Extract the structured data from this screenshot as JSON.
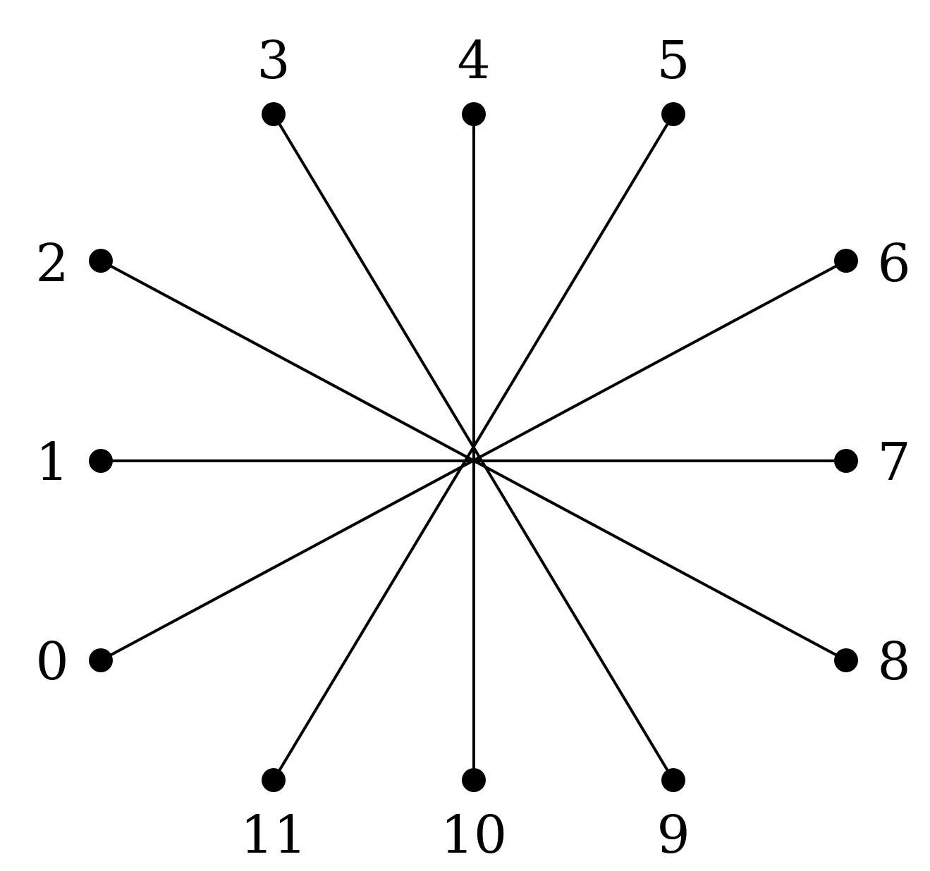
{
  "diagram": {
    "type": "star-graph",
    "center_node": null,
    "nodes": [
      {
        "id": "0",
        "label": "0"
      },
      {
        "id": "1",
        "label": "1"
      },
      {
        "id": "2",
        "label": "2"
      },
      {
        "id": "3",
        "label": "3"
      },
      {
        "id": "4",
        "label": "4"
      },
      {
        "id": "5",
        "label": "5"
      },
      {
        "id": "6",
        "label": "6"
      },
      {
        "id": "7",
        "label": "7"
      },
      {
        "id": "8",
        "label": "8"
      },
      {
        "id": "9",
        "label": "9"
      },
      {
        "id": "10",
        "label": "10"
      },
      {
        "id": "11",
        "label": "11"
      }
    ],
    "edges": [
      {
        "from": "0",
        "to": "6"
      },
      {
        "from": "1",
        "to": "7"
      },
      {
        "from": "2",
        "to": "8"
      },
      {
        "from": "3",
        "to": "9"
      },
      {
        "from": "4",
        "to": "10"
      },
      {
        "from": "5",
        "to": "11"
      }
    ],
    "colors": {
      "line": "#000000",
      "node": "#000000",
      "background": "#ffffff"
    }
  }
}
